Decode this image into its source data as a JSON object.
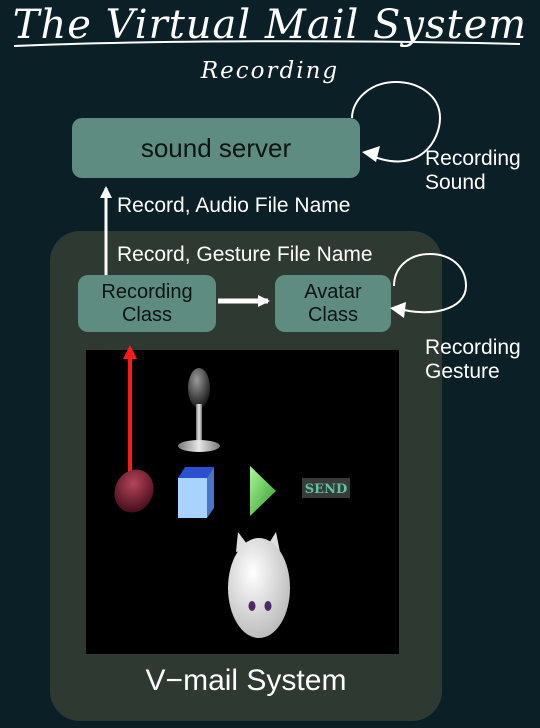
{
  "header": {
    "title": "The Virtual Mail System",
    "subtitle": "Recording"
  },
  "nodes": {
    "sound_server": "sound server",
    "recording_class": [
      "Recording",
      "Class"
    ],
    "avatar_class": [
      "Avatar",
      "Class"
    ]
  },
  "edges": {
    "record_audio": "Record,  Audio File Name",
    "record_gesture": "Record,  Gesture File Name"
  },
  "loops": {
    "recording_sound": [
      "Recording",
      "Sound"
    ],
    "recording_gesture": [
      "Recording",
      "Gesture"
    ]
  },
  "screen": {
    "send_label": "SEND"
  },
  "footer": {
    "system_label": "V−mail System"
  },
  "colors": {
    "background": "#0b1f26",
    "node_fill": "#5e8c80",
    "panel_fill": "#2e3a31",
    "red_arrow": "#ff1a1a"
  }
}
